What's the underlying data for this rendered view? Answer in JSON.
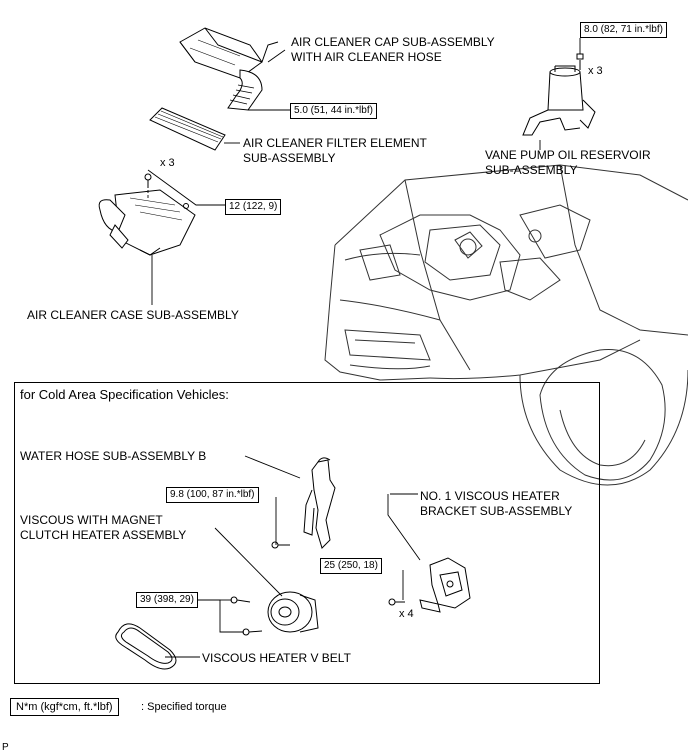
{
  "labels": {
    "cap": "AIR CLEANER CAP SUB-ASSEMBLY\nWITH AIR CLEANER HOSE",
    "filter": "AIR CLEANER FILTER ELEMENT\nSUB-ASSEMBLY",
    "case": "AIR CLEANER CASE SUB-ASSEMBLY",
    "vane": "VANE PUMP OIL RESERVOIR\nSUB-ASSEMBLY",
    "water_hose": "WATER HOSE SUB-ASSEMBLY B",
    "bracket": "NO. 1 VISCOUS HEATER\nBRACKET SUB-ASSEMBLY",
    "viscous": "VISCOUS WITH MAGNET\nCLUTCH HEATER ASSEMBLY",
    "belt": "VISCOUS HEATER V BELT"
  },
  "torques": {
    "vane": "8.0 (82, 71 in.*lbf)",
    "cap": "5.0 (51, 44 in.*lbf)",
    "case": "12 (122, 9)",
    "water_hose": "9.8 (100, 87 in.*lbf)",
    "bracket": "25 (250, 18)",
    "viscous": "39 (398, 29)"
  },
  "quantities": {
    "vane": "x 3",
    "case": "x 3",
    "bracket": "x 4"
  },
  "section_title": "for Cold Area Specification Vehicles:",
  "legend": {
    "box": "N*m (kgf*cm, ft.*lbf)",
    "text": ": Specified torque"
  },
  "footer_mark": "P"
}
